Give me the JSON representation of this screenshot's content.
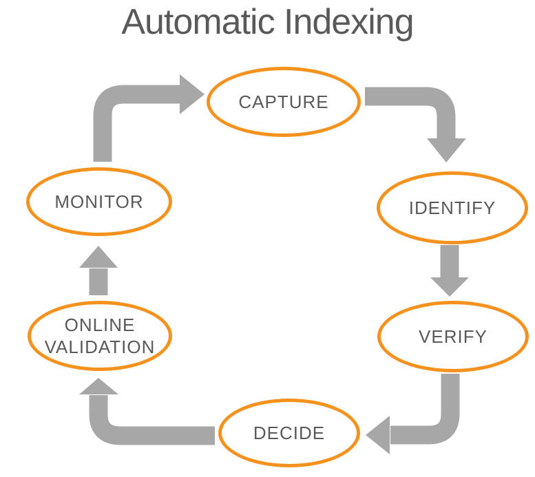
{
  "title": "Automatic Indexing",
  "colors": {
    "background": "#FFFFFF",
    "title_text": "#595959",
    "node_text": "#595959",
    "ellipse_stroke": "#F5921E",
    "arrow": "#A7A7A7"
  },
  "nodes": [
    {
      "id": "capture",
      "label": "CAPTURE"
    },
    {
      "id": "identify",
      "label": "IDENTIFY"
    },
    {
      "id": "verify",
      "label": "VERIFY"
    },
    {
      "id": "decide",
      "label": "DECIDE"
    },
    {
      "id": "online-validation",
      "label": "ONLINE VALIDATION"
    },
    {
      "id": "monitor",
      "label": "MONITOR"
    }
  ],
  "flow_order": [
    "CAPTURE",
    "IDENTIFY",
    "VERIFY",
    "DECIDE",
    "ONLINE VALIDATION",
    "MONITOR"
  ],
  "arrows": [
    {
      "name": "monitor-to-capture",
      "direction": "up-then-right"
    },
    {
      "name": "capture-to-identify",
      "direction": "right-then-down"
    },
    {
      "name": "identify-to-verify",
      "direction": "down"
    },
    {
      "name": "verify-to-decide",
      "direction": "down-then-left"
    },
    {
      "name": "decide-to-online-validation",
      "direction": "left-then-up"
    },
    {
      "name": "online-validation-to-monitor",
      "direction": "up"
    }
  ]
}
